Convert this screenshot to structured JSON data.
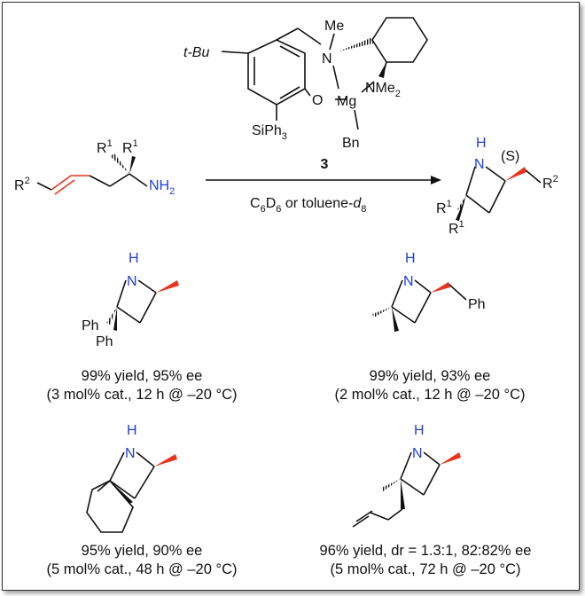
{
  "catalyst": {
    "tbu": "t-Bu",
    "me": "Me",
    "n": "N",
    "o": "O",
    "mg": "Mg",
    "nme2": "NMe",
    "nme2_sub": "2",
    "siph3": "SiPh",
    "siph3_sub": "3",
    "bn": "Bn"
  },
  "reaction": {
    "label": "3",
    "conditions_c6d6": "C",
    "conditions_sub1": "6",
    "conditions_d": "D",
    "conditions_sub2": "6",
    "conditions_or": " or toluene-",
    "conditions_d8": "d",
    "conditions_sub3": "8"
  },
  "substrate": {
    "r2": "R",
    "r2_sup": "2",
    "r1a": "R",
    "r1a_sup": "1",
    "r1b": "R",
    "r1b_sup": "1",
    "nh2": "NH",
    "nh2_sub": "2"
  },
  "product": {
    "h": "H",
    "n": "N",
    "stereo": "(S)",
    "stereo_s": "S",
    "r2": "R",
    "r2_sup": "2",
    "r1a": "R",
    "r1a_sup": "1",
    "r1b": "R",
    "r1b_sup": "1"
  },
  "examples": [
    {
      "line1": "99% yield, 95% ee",
      "line2": "(3 mol% cat., 12 h @ –20 °C)",
      "labels": {
        "h": "H",
        "n": "N",
        "ph1": "Ph",
        "ph2": "Ph"
      }
    },
    {
      "line1": "99%  yield, 93% ee",
      "line2": "(2 mol% cat., 12 h @ –20 °C)",
      "labels": {
        "h": "H",
        "n": "N",
        "ph": "Ph"
      }
    },
    {
      "line1": "95%  yield, 90% ee",
      "line2": "(5 mol% cat., 48 h @ –20 °C)",
      "labels": {
        "h": "H",
        "n": "N"
      }
    },
    {
      "line1": "96% yield, dr = 1.3:1, 82:82% ee",
      "line2": "(5 mol% cat., 72 h @ –20 °C)",
      "labels": {
        "h": "H",
        "n": "N"
      }
    }
  ],
  "colors": {
    "nitrogen": "#1f3fd8",
    "wedge": "#e8341c",
    "alkene": "#e8341c",
    "bond": "#111111"
  }
}
